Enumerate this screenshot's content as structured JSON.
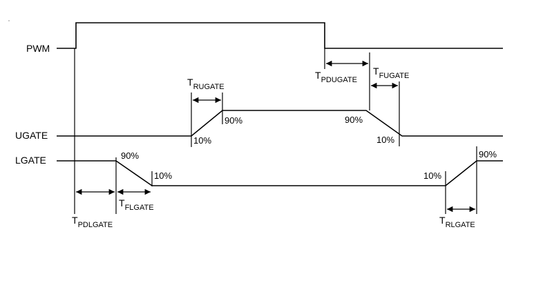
{
  "signals": {
    "pwm": "PWM",
    "ugate": "UGATE",
    "lgate": "LGATE"
  },
  "percent": {
    "ninety": "90%",
    "ten": "10%"
  },
  "timings": {
    "pdlgate": {
      "main": "T",
      "sub": "PDLGATE"
    },
    "flgate": {
      "main": "T",
      "sub": "FLGATE"
    },
    "rugate": {
      "main": "T",
      "sub": "RUGATE"
    },
    "pdugate": {
      "main": "T",
      "sub": "PDUGATE"
    },
    "fugate": {
      "main": "T",
      "sub": "FUGATE"
    },
    "rlgate": {
      "main": "T",
      "sub": "RLGATE"
    }
  }
}
